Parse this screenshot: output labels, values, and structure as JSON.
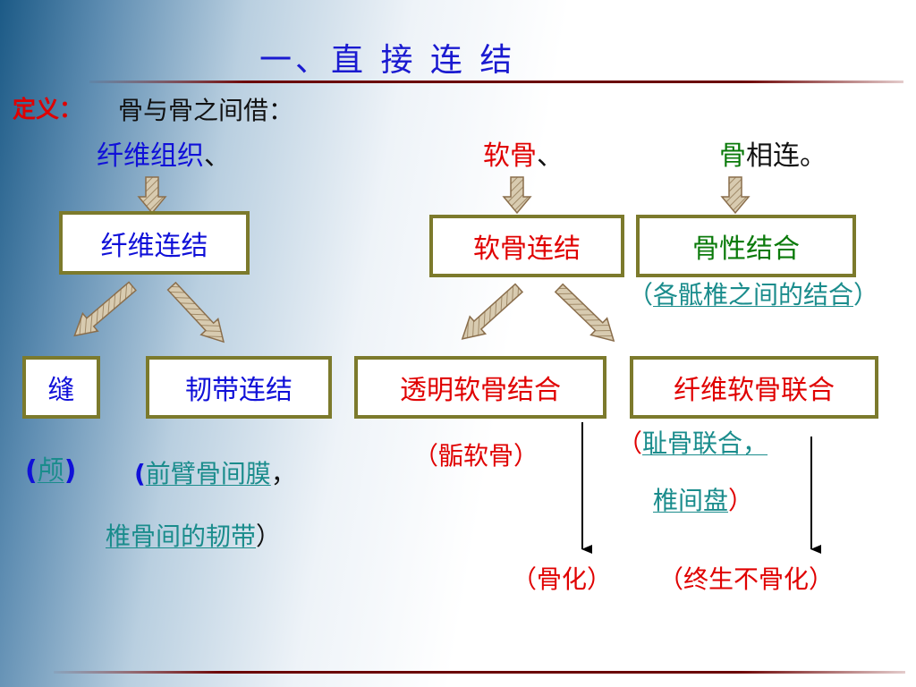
{
  "title": "一、直 接 连 结",
  "definition": {
    "label": "定义：",
    "text": "骨与骨之间借："
  },
  "sources": {
    "fiber": "纤维组织",
    "fiber_sep": "、",
    "cartilage": "软骨",
    "cartilage_sep": "、",
    "bone": "骨",
    "bone_suffix": "相连。"
  },
  "boxes": {
    "fibrous_joint": "纤维连结",
    "cartilage_joint": "软骨连结",
    "synostosis": "骨性结合",
    "suture": "缝",
    "syndesmosis": "韧带连结",
    "hyaline": "透明软骨结合",
    "fibrocartilage": "纤维软骨联合"
  },
  "notes": {
    "synostosis_open": "（",
    "synostosis_example": "各骶椎之间的结合",
    "synostosis_close": "）",
    "suture_open": "(",
    "suture_example": "颅",
    "suture_close": ")",
    "syndesmosis_open": "(",
    "syndesmosis_example1": "前臂骨间膜",
    "syndesmosis_comma": "，",
    "syndesmosis_example2": "椎骨间的韧带",
    "syndesmosis_close": "）",
    "hyaline_example": "（骺软骨）",
    "fibro_open": "（",
    "fibro_example1": "耻骨联合，",
    "fibro_example2": "椎间盘",
    "fibro_close": "）",
    "ossify": "（骨化）",
    "never_ossify": "（终生不骨化）"
  },
  "colors": {
    "blue": "#1010d8",
    "red": "#e00000",
    "green": "#0a7a0a",
    "teal": "#1a8c8c",
    "box_border": "#7c7a2c",
    "arrow_fill": "#c9b99a",
    "arrow_stroke": "#8a6e4c"
  },
  "icons": {
    "block_arrow": "down-block-arrow-icon",
    "diagonal_arrow": "diagonal-arrow-icon",
    "thin_arrow": "thin-down-arrow-icon"
  }
}
